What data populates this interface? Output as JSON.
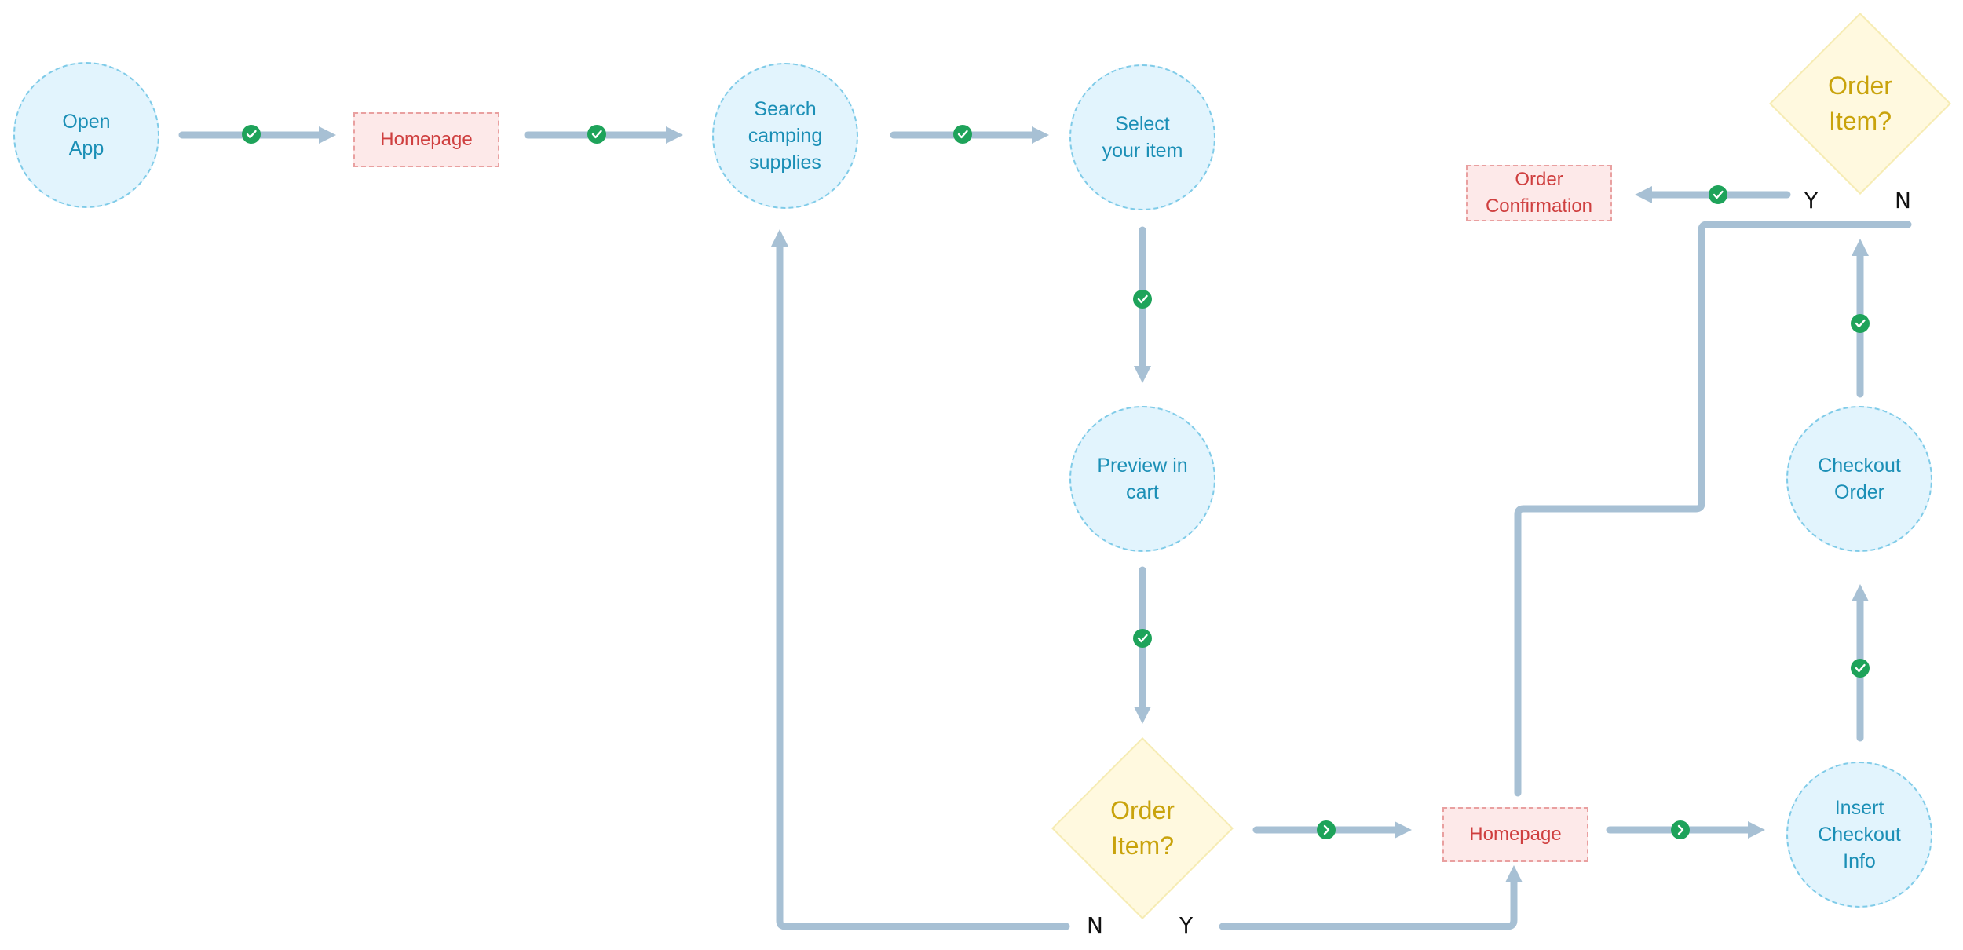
{
  "nodes": {
    "open_app": "Open\nApp",
    "homepage_1": "Homepage",
    "search_supplies": "Search\ncamping\nsupplies",
    "select_item": "Select\nyour item",
    "preview_cart": "Preview in\ncart",
    "order_item_1": "Order\nItem?",
    "homepage_2": "Homepage",
    "insert_checkout": "Insert\nCheckout\nInfo",
    "checkout_order": "Checkout\nOrder",
    "order_item_2": "Order\nItem?",
    "order_confirmation": "Order\nConfirmation"
  },
  "branch_labels": {
    "decision1_no": "N",
    "decision1_yes": "Y",
    "decision2_yes": "Y",
    "decision2_no": "N"
  },
  "badge_icons": {
    "check": "check-icon",
    "chevron": "chevron-right-icon"
  },
  "colors": {
    "connector": "#a7c0d4",
    "badge": "#1ea35a",
    "circle_fill": "#e2f4fd",
    "circle_text": "#1b8fb6",
    "rect_fill": "#fde9e9",
    "rect_text": "#cf3f3f",
    "diamond_fill": "#fff9df",
    "diamond_text": "#c9a30c"
  }
}
